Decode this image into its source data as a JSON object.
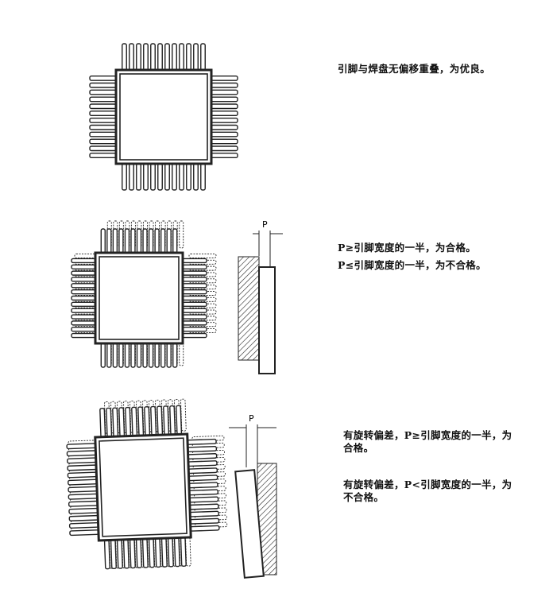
{
  "row1": {
    "caption": "引脚与焊盘无偏移重叠，为优良。"
  },
  "row2": {
    "p_label": "P",
    "caption_ok": "P≥引脚宽度的一半，为合格。",
    "caption_bad": "P≤引脚宽度的一半，为不合格。"
  },
  "row3": {
    "p_label": "P",
    "caption_ok": "有旋转偏差，P≥引脚宽度的一半，为合格。",
    "caption_bad": "有旋转偏差，P<引脚宽度的一半，为不合格。"
  }
}
